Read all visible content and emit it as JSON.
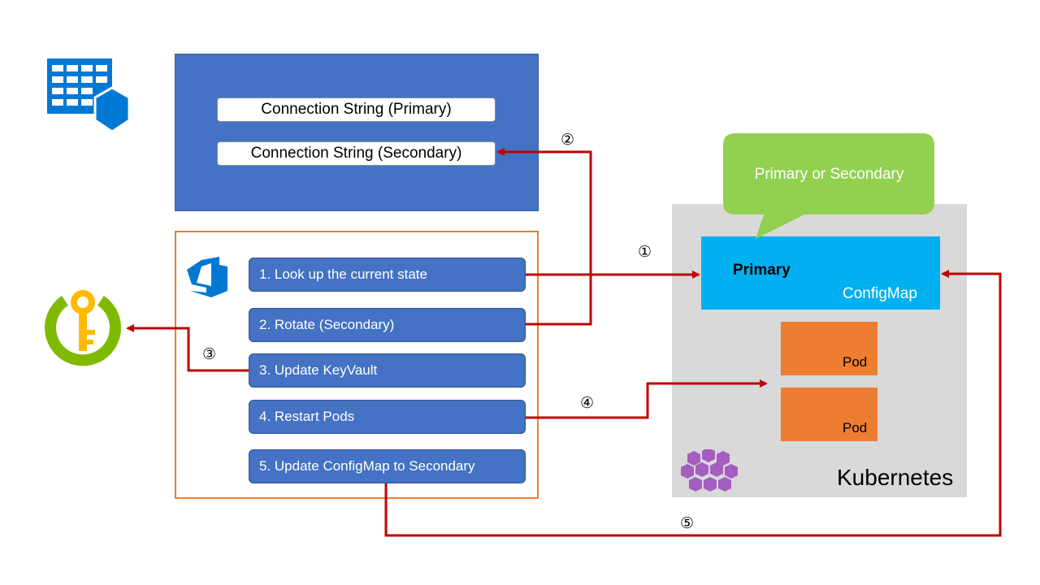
{
  "storage": {
    "primary_label": "Connection String (Primary)",
    "secondary_label": "Connection String (Secondary)"
  },
  "pipeline": {
    "steps": [
      "1. Look up the current state",
      "2. Rotate (Secondary)",
      "3. Update KeyVault",
      "4. Restart Pods",
      "5. Update ConfigMap to Secondary"
    ]
  },
  "kubernetes": {
    "label": "Kubernetes",
    "configmap_value": "Primary",
    "configmap_label": "ConfigMap",
    "pods": [
      "Pod",
      "Pod"
    ],
    "callout": "Primary or Secondary"
  },
  "step_numbers": [
    "①",
    "②",
    "③",
    "④",
    "⑤"
  ],
  "colors": {
    "storage_blue": "#4472c4",
    "pipeline_border": "#ed7d31",
    "arrow_red": "#c00000",
    "configmap_cyan": "#00b0f0",
    "pod_orange": "#ed7d31",
    "callout_green": "#92d050",
    "k8s_gray": "#d9d9d9"
  },
  "icons": [
    "storage-table-icon",
    "key-vault-icon",
    "azure-devops-icon",
    "kubernetes-cluster-icon"
  ]
}
